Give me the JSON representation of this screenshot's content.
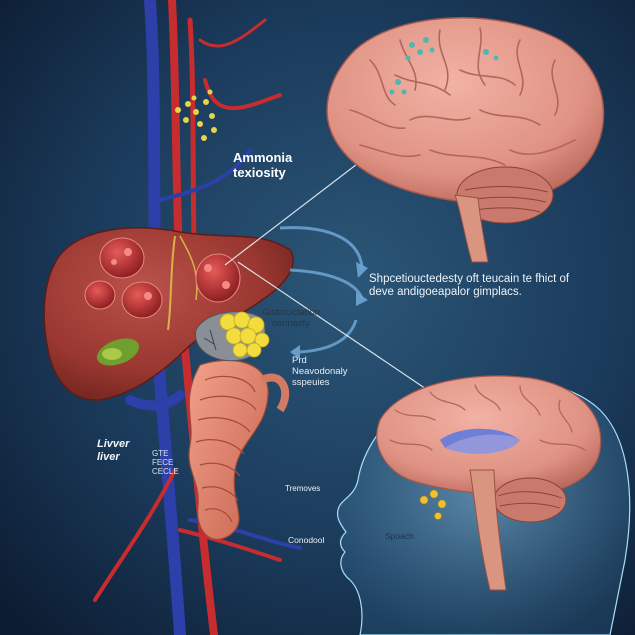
{
  "labels": {
    "title": [
      "Ammonia",
      "texiosity"
    ],
    "description": [
      "Shpcetiouctedesty oft teucain te fhict of",
      "deve andigoeapalor gimplacs."
    ],
    "center": [
      "Gistrcuctation",
      "connasty"
    ],
    "pathway": [
      "Prd",
      "Neavodonaly",
      "sspeuies"
    ],
    "liver": [
      "Livver",
      "liver"
    ],
    "small": [
      "GTE",
      "FECE",
      "CECLE"
    ],
    "removes": "Tremoves",
    "condool": "Conodool",
    "speech": "Spoach"
  },
  "colors": {
    "background_center": "#2b5677",
    "background_edge": "#0c1c31",
    "liver": "#9a3b33",
    "brain": "#e39a8e",
    "vein_blue": "#2d3fa8",
    "artery_red": "#c72c2f",
    "intestine": "#e48a73",
    "ammonia_yellow": "#f3dc3e",
    "head_glow": "#9fd4f0"
  }
}
